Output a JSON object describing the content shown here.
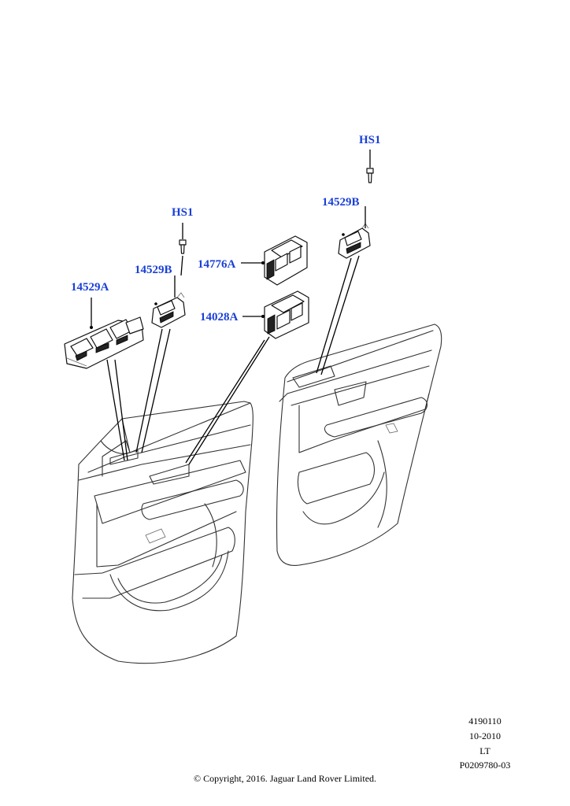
{
  "callouts": {
    "hs1_right": "HS1",
    "hs1_left": "HS1",
    "b14529_right": "14529B",
    "b14529_left": "14529B",
    "a14776": "14776A",
    "a14028": "14028A",
    "a14529": "14529A"
  },
  "footer": {
    "ref1": "4190110",
    "date": "10-2010",
    "side": "LT",
    "ref2": "P0209780-03",
    "copyright": "© Copyright, 2016. Jaguar Land Rover Limited."
  },
  "colors": {
    "callout": "#1a3fd6",
    "line": "#333333",
    "text": "#000000"
  }
}
